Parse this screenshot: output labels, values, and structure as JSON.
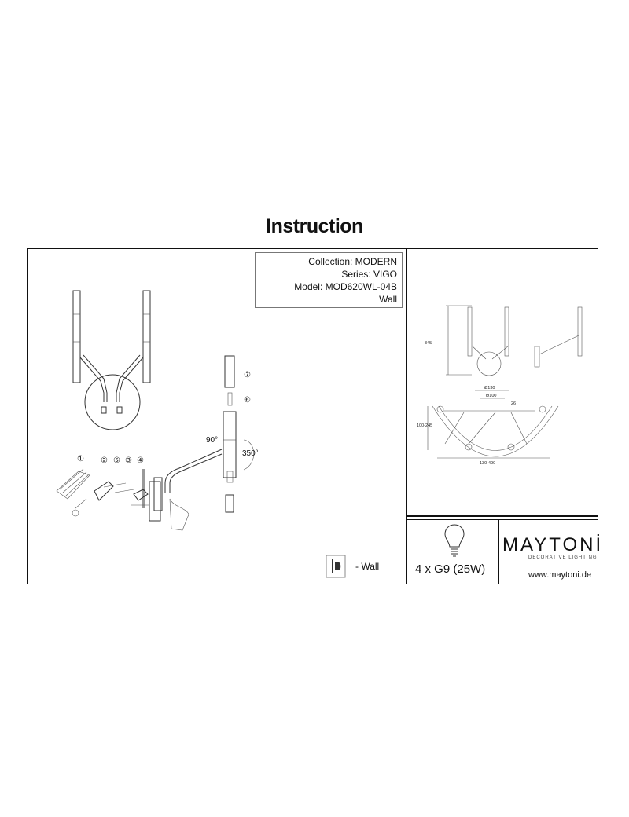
{
  "title": "Instruction",
  "info": {
    "collection": "Collection: MODERN",
    "series": "Series: VIGO",
    "model": "Model: MOD620WL-04B",
    "mount": "Wall"
  },
  "assembly": {
    "step_labels": [
      "①",
      "②",
      "⑤",
      "③",
      "④",
      "⑥",
      "⑦"
    ],
    "angle_90": "90°",
    "angle_350": "350°"
  },
  "dimensions": {
    "height": "345",
    "d130": "Ø130",
    "d100": "Ø100",
    "depth": "26",
    "depth_range": "100-245",
    "width_range": "130-490"
  },
  "lamp": {
    "spec": "4 x G9   (25W)",
    "icon": "light-bulb-icon"
  },
  "brand": {
    "logo": "MAYTONİ",
    "tagline": "DECORATIVE LIGHTING",
    "url": "www.maytoni.de"
  },
  "mount_legend": {
    "icon": "wall-mount-icon",
    "label": "- Wall"
  }
}
